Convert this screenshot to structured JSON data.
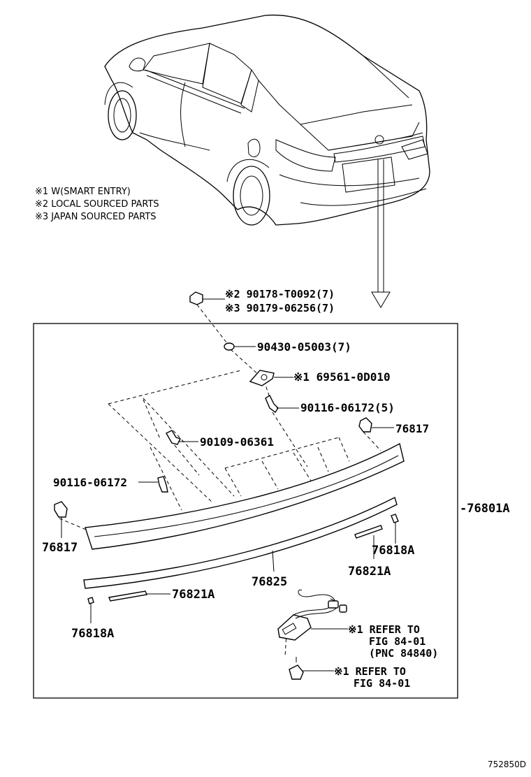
{
  "notes": [
    "※1 W(SMART ENTRY)",
    "※2 LOCAL SOURCED PARTS",
    "※3 JAPAN SOURCED PARTS"
  ],
  "callouts": {
    "nut_local": "※2 90178-T0092(7)",
    "nut_japan": "※3 90179-06256(7)",
    "washer": "90430-05003(7)",
    "switch": "※1 69561-0D010",
    "screw_center": "90116-06172(5)",
    "clip_right": "76817",
    "bolt_upper_left": "90109-06361",
    "screw_left": "90116-06172",
    "assembly": "-76801A",
    "clip_left": "76817",
    "end_cap_right": "76818A",
    "tape_right": "76821A",
    "molding": "76825",
    "tape_left": "76821A",
    "end_cap_left": "76818A",
    "lamp_ref_line1": "※1 REFER TO",
    "lamp_ref_line2": "FIG 84-01",
    "lamp_ref_line3": "(PNC 84840)",
    "bulb_ref_line1": "※1 REFER TO",
    "bulb_ref_line2": "FIG 84-01"
  },
  "figure_id": "752850D"
}
